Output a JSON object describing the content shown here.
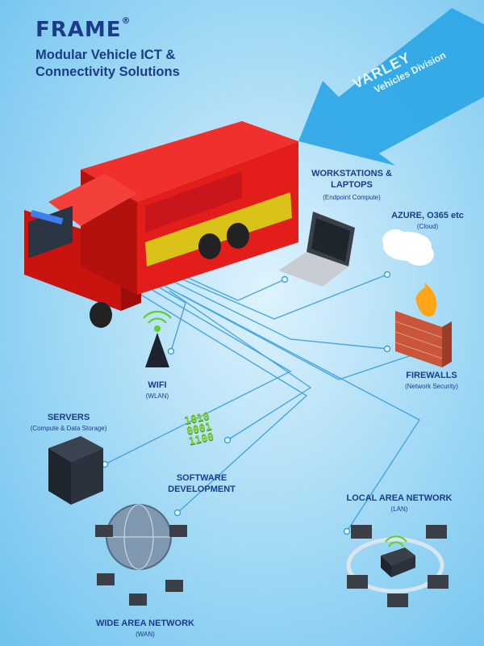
{
  "brand": {
    "logo_text": "FRAME",
    "trademark": "®",
    "tagline_line1": "Modular Vehicle ICT &",
    "tagline_line2": "Connectivity Solutions"
  },
  "varley": {
    "name": "VARLEY",
    "division": "Vehicles Division"
  },
  "features": {
    "workstations": {
      "title_line1": "WORKSTATIONS &",
      "title_line2": "LAPTOPS",
      "subtitle": "(Endpoint Compute)"
    },
    "cloud": {
      "title": "AZURE, O365 etc",
      "subtitle": "(Cloud)"
    },
    "firewalls": {
      "title": "FIREWALLS",
      "subtitle": "(Network Security)"
    },
    "wifi": {
      "title": "WIFI",
      "subtitle": "(WLAN)"
    },
    "servers": {
      "title": "SERVERS",
      "subtitle": "(Compute & Data Storage)"
    },
    "software": {
      "title_line1": "SOFTWARE",
      "title_line2": "DEVELOPMENT",
      "binary": [
        "1010",
        "0001",
        "1100"
      ]
    },
    "lan": {
      "title": "LOCAL AREA NETWORK",
      "subtitle": "(LAN)"
    },
    "wan": {
      "title": "WIDE AREA NETWORK",
      "subtitle": "(WAN)"
    }
  },
  "colors": {
    "brand_blue": "#1b3c88",
    "truck_red": "#e31d1a",
    "chequer_yellow": "#d7e11a",
    "line_blue": "#3a9fdc",
    "code_green": "#7bd233"
  }
}
